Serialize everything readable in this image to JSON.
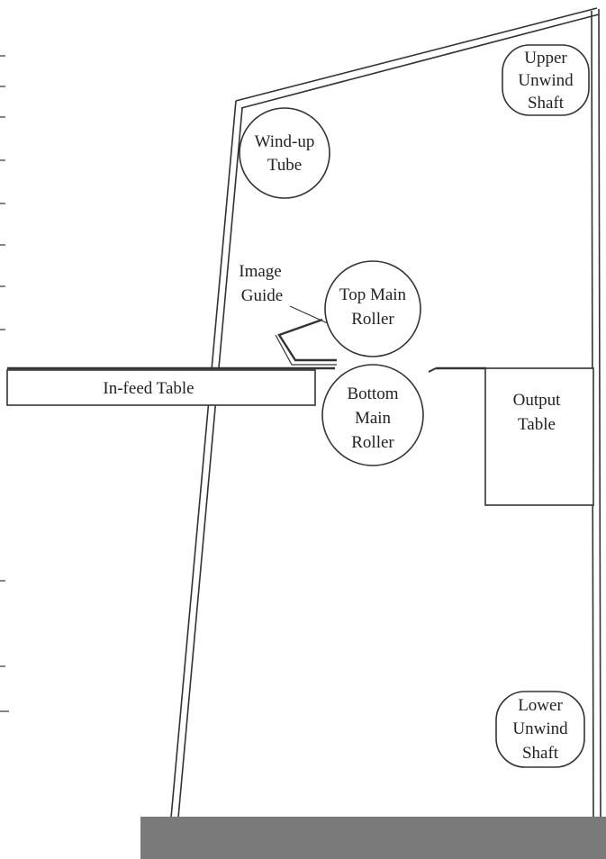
{
  "labels": {
    "upper_unwind_shaft": [
      "Upper",
      "Unwind",
      "Shaft"
    ],
    "wind_up_tube": [
      "Wind-up",
      "Tube"
    ],
    "image_guide": [
      "Image",
      "Guide"
    ],
    "top_main_roller": [
      "Top Main",
      "Roller"
    ],
    "bottom_main_roller": [
      "Bottom",
      "Main",
      "Roller"
    ],
    "in_feed_table": "In-feed Table",
    "output_table": [
      "Output",
      "Table"
    ],
    "lower_unwind_shaft": [
      "Lower",
      "Unwind",
      "Shaft"
    ]
  },
  "colors": {
    "line": "#333333",
    "base": "#7a7a7a",
    "background": "#ffffff"
  }
}
